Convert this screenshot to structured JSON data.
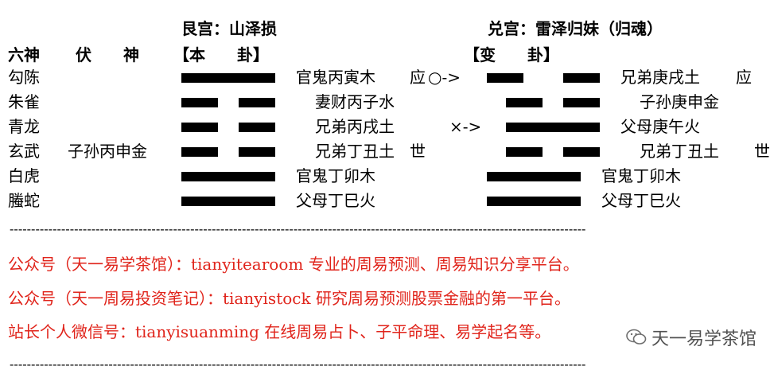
{
  "headers": {
    "main_palace": "艮宫：山泽损",
    "changed_palace": "兑宫：雷泽归妹（归魂）"
  },
  "columns": {
    "six_spirits": "六神",
    "fu_shen": "伏　　神",
    "ben_gua": "【本　　卦】",
    "bian_gua": "【变　　卦】"
  },
  "rows": [
    {
      "spirit": "勾陈",
      "fu": "",
      "ben_yao": "yang",
      "ben_text": "官鬼丙寅木",
      "ben_mark": "应",
      "move": "○->",
      "bian_yao": "yin",
      "bian_text": "兄弟庚戌土",
      "bian_mark": "应"
    },
    {
      "spirit": "朱雀",
      "fu": "",
      "ben_yao": "yin",
      "ben_text": "妻财丙子水",
      "ben_mark": "",
      "move": "",
      "bian_yao": "yin",
      "bian_text": "子孙庚申金",
      "bian_mark": ""
    },
    {
      "spirit": "青龙",
      "fu": "",
      "ben_yao": "yin",
      "ben_text": "兄弟丙戌土",
      "ben_mark": "",
      "move": "×->",
      "bian_yao": "yang",
      "bian_text": "父母庚午火",
      "bian_mark": ""
    },
    {
      "spirit": "玄武",
      "fu": "子孙丙申金",
      "ben_yao": "yin",
      "ben_text": "兄弟丁丑土",
      "ben_mark": "世",
      "move": "",
      "bian_yao": "yin",
      "bian_text": "兄弟丁丑土",
      "bian_mark": "世"
    },
    {
      "spirit": "白虎",
      "fu": "",
      "ben_yao": "yang",
      "ben_text": "官鬼丁卯木",
      "ben_mark": "",
      "move": "",
      "bian_yao": "yang",
      "bian_text": "官鬼丁卯木",
      "bian_mark": ""
    },
    {
      "spirit": "螣蛇",
      "fu": "",
      "ben_yao": "yang",
      "ben_text": "父母丁巳火",
      "ben_mark": "",
      "move": "",
      "bian_yao": "yang",
      "bian_text": "父母丁巳火",
      "bian_mark": ""
    }
  ],
  "footer": {
    "line1": "公众号（天一易学茶馆）：tianyitearoom 专业的周易预测、周易知识分享平台。",
    "line2": "公众号（天一周易投资笔记）：tianyistock 研究周易预测股票金融的第一平台。",
    "line3": "站长个人微信号：tianyisuanming 在线周易占卜、子平命理、易学起名等。"
  },
  "watermark": {
    "text": "天一易学茶馆",
    "icon": "wechat-icon"
  },
  "colors": {
    "footer_text": "#e0241b",
    "text": "#000000"
  }
}
